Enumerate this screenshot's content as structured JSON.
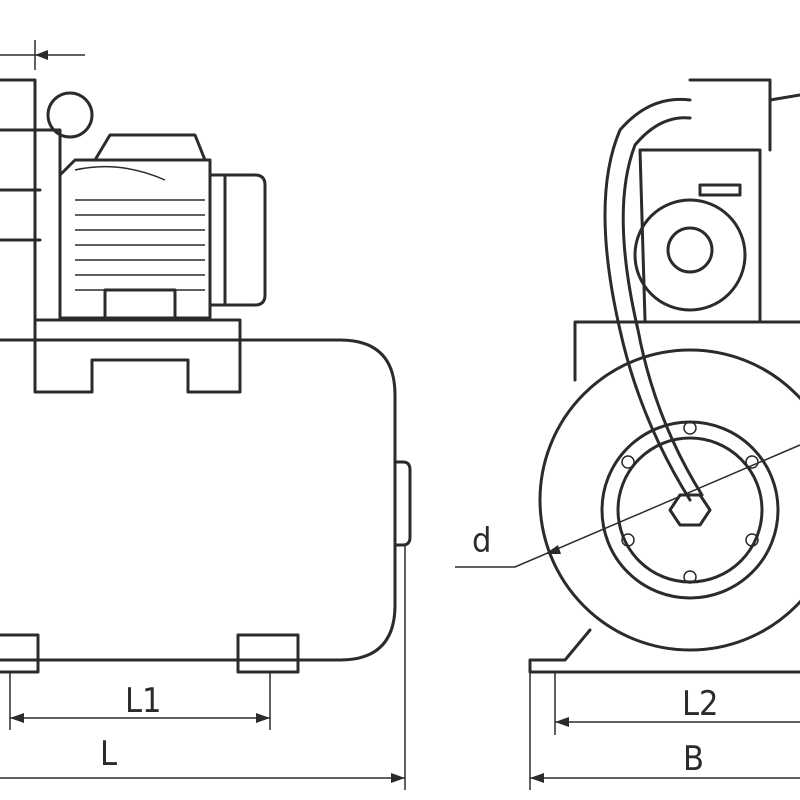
{
  "labels": {
    "l1": "L1",
    "l": "L",
    "l2": "L2",
    "b": "B",
    "d": "d"
  },
  "colors": {
    "stroke": "#2b2b2b",
    "background": "#ffffff"
  }
}
